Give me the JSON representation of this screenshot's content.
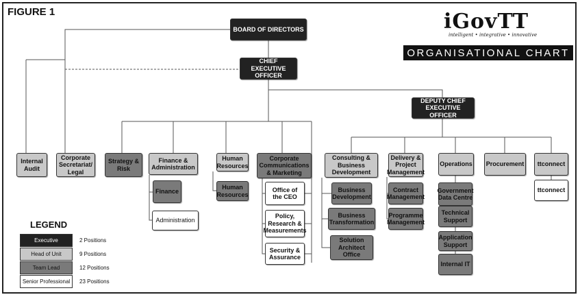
{
  "figure_label": "FIGURE 1",
  "logo": {
    "text": "iGovTT",
    "tagline": "intelligent • integrative • innovative",
    "subtitle": "ORGANISATIONAL CHART"
  },
  "colors": {
    "executive": "#222222",
    "head_of_unit": "#c8c8c8",
    "team_lead": "#7a7a7a",
    "senior_professional": "#ffffff",
    "lines": "#555555"
  },
  "nodes": {
    "board": "BOARD OF DIRECTORS",
    "ceo": "CHIEF EXECUTIVE OFFICER",
    "dceo": "DEPUTY CHIEF EXECUTIVE OFFICER",
    "internal_audit": "Internal Audit",
    "corp_sec": "Corporate Secretariat/ Legal",
    "strategy": "Strategy & Risk",
    "fin_admin": "Finance & Administration",
    "finance": "Finance",
    "administration": "Administration",
    "hr_head": "Human Resources",
    "hr_lead": "Human Resources",
    "corp_comm": "Corporate Communications & Marketing",
    "office_ceo": "Office of the CEO",
    "policy": "Policy, Research & Measurements",
    "security": "Security & Assurance",
    "consulting": "Consulting & Business Development",
    "bus_dev": "Business Development",
    "bus_trans": "Business Transformation",
    "solution_arch": "Solution Architect Office",
    "delivery": "Delivery & Project Management",
    "contract": "Contract Management",
    "programme": "Programme Management",
    "operations": "Operations",
    "gov_data": "Government Data Centre",
    "tech_support": "Technical Support",
    "app_support": "Application Support",
    "internal_it": "Internal IT",
    "procurement": "Procurement",
    "ttconnect_head": "ttconnect",
    "ttconnect_senior": "ttconnect"
  },
  "legend": {
    "title": "LEGEND",
    "items": [
      {
        "label": "Executive",
        "positions": "2 Positions"
      },
      {
        "label": "Head of Unit",
        "positions": "9 Positions"
      },
      {
        "label": "Team Lead",
        "positions": "12 Positions"
      },
      {
        "label": "Senior Professional",
        "positions": "23 Positions"
      }
    ]
  }
}
